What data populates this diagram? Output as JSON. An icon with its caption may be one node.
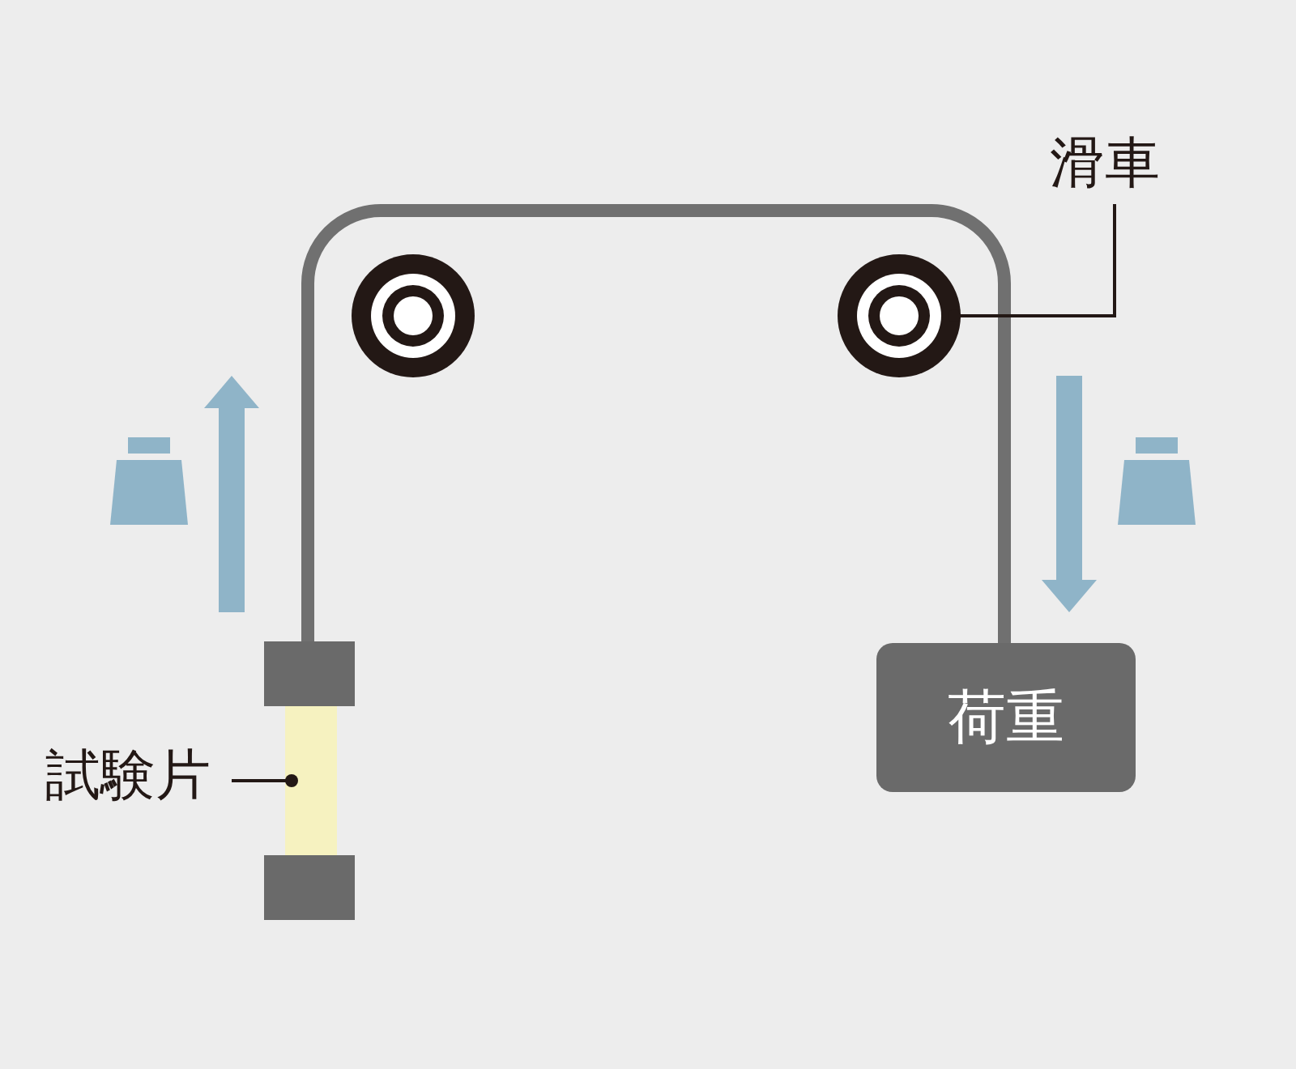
{
  "diagram": {
    "nodes": [
      {
        "text": [
          "滑車"
        ]
      },
      {
        "text": [],
        "shape": "circle"
      },
      {
        "text": [],
        "shape": "circle"
      },
      {
        "text": [
          "試験片"
        ]
      },
      {
        "text": [],
        "shape": "box"
      },
      {
        "text": [
          "荷重"
        ]
      }
    ],
    "edges": [
      {
        "from": 0,
        "to": 2,
        "arrow": "other"
      },
      {
        "from": 3,
        "to": 4,
        "arrow": "other"
      }
    ]
  }
}
